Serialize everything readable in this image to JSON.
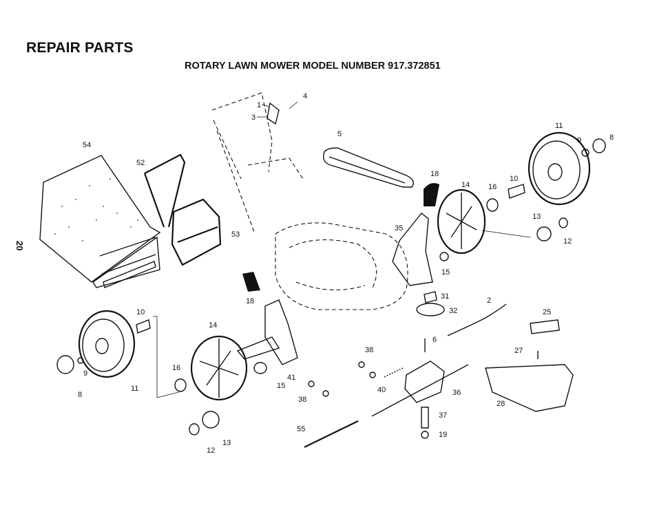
{
  "header": {
    "title": "REPAIR PARTS",
    "subtitle": "ROTARY LAWN MOWER MODEL NUMBER 917.372851",
    "page_number": "20"
  },
  "diagram": {
    "callouts": {
      "c1": "1",
      "c3": "3",
      "c4": "4",
      "c5": "5",
      "c54": "54",
      "c52": "52",
      "c53": "53",
      "c18a": "18",
      "c14a": "14",
      "c16a": "16",
      "c10a": "10",
      "c11a": "11",
      "c9a": "9",
      "c8a": "8",
      "c35": "35",
      "c15a": "15",
      "c13a": "13",
      "c12a": "12",
      "c18b": "18",
      "c31": "31",
      "c32": "32",
      "c2": "2",
      "c25": "25",
      "c10b": "10",
      "c14b": "14",
      "c9b": "9",
      "c11b": "11",
      "c8b": "8",
      "c16b": "16",
      "c15b": "15",
      "c41": "41",
      "c38a": "38",
      "c38b": "38",
      "c6": "6",
      "c27": "27",
      "c40": "40",
      "c36": "36",
      "c28": "28",
      "c37": "37",
      "c19": "19",
      "c55": "55",
      "c13b": "13",
      "c12b": "12"
    }
  }
}
